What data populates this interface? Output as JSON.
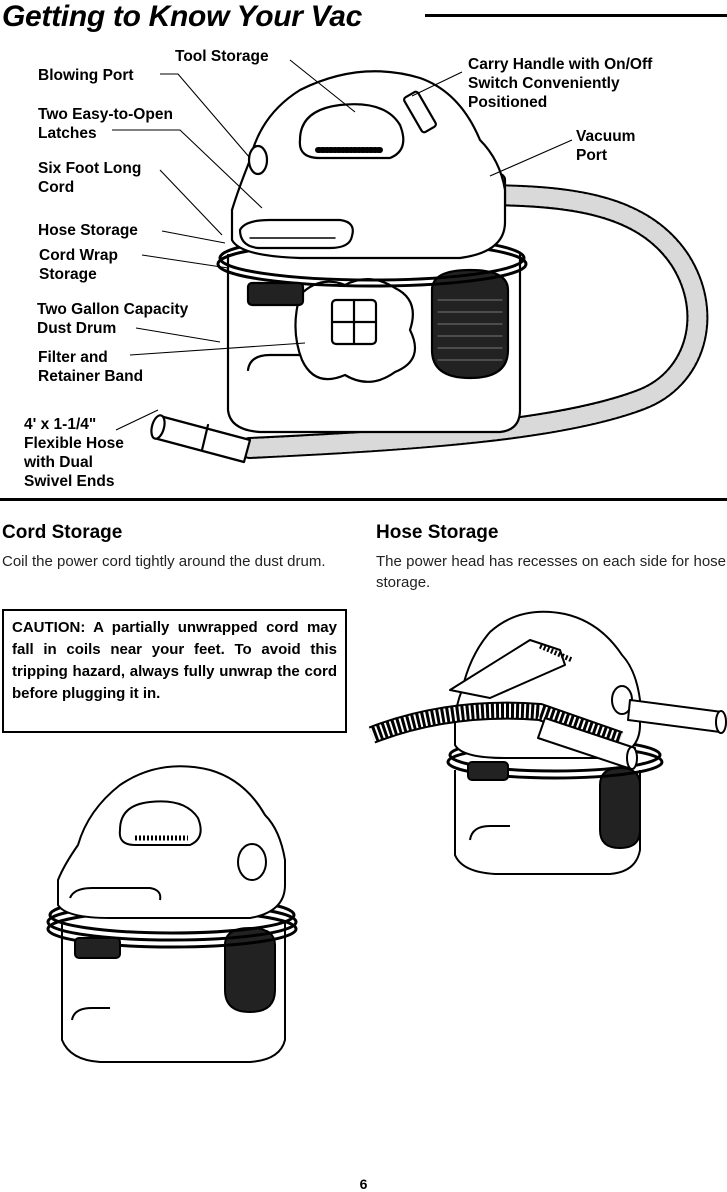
{
  "header": {
    "title": "Getting to Know Your Vac"
  },
  "diagram": {
    "labels": {
      "tool_storage": "Tool Storage",
      "blowing_port": "Blowing Port",
      "latches": [
        "Two Easy-to-Open",
        "Latches"
      ],
      "cord": [
        "Six Foot Long",
        "Cord"
      ],
      "hose_storage": "Hose Storage",
      "cord_wrap": [
        "Cord Wrap",
        "Storage"
      ],
      "dust_drum": [
        "Two Gallon Capacity",
        "Dust Drum"
      ],
      "filter": [
        "Filter and",
        "Retainer Band"
      ],
      "flexible_hose": [
        "4' x 1-1/4\"",
        "Flexible Hose",
        "with Dual",
        "Swivel Ends"
      ],
      "carry_handle": [
        "Carry Handle with On/Off",
        "Switch Conveniently",
        "Positioned"
      ],
      "vacuum_port": [
        "Vacuum",
        "Port"
      ]
    }
  },
  "cord_storage": {
    "heading": "Cord Storage",
    "body": "Coil the power cord tightly around the dust drum.",
    "caution": "CAUTION: A partially unwrapped cord may fall in coils near your feet. To avoid this tripping hazard, always fully unwrap the cord before plugging it in."
  },
  "hose_storage": {
    "heading": "Hose Storage",
    "body": "The power head has recesses on each side for hose storage."
  },
  "footer": {
    "page_number": "6"
  }
}
